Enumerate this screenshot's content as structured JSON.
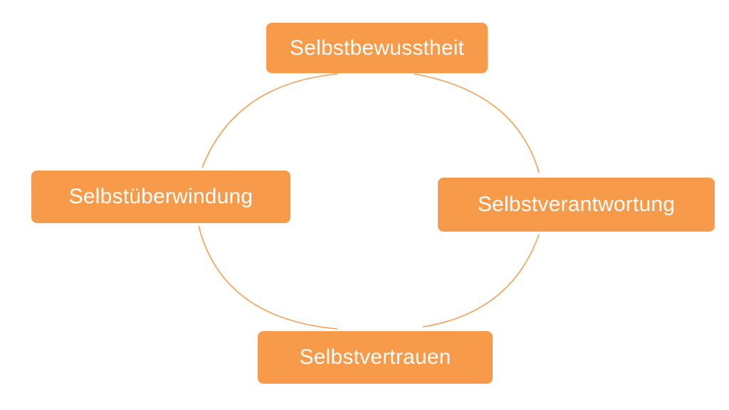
{
  "colors": {
    "box_fill": "#F79A49",
    "arc_stroke": "#F4A055",
    "text": "#FFFFFF",
    "background": "#FFFFFF"
  },
  "nodes": {
    "top": {
      "label": "Selbstbewusstheit"
    },
    "right": {
      "label": "Selbstverantwortung"
    },
    "bottom": {
      "label": "Selbstvertrauen"
    },
    "left": {
      "label": "Selbstüberwindung"
    }
  }
}
